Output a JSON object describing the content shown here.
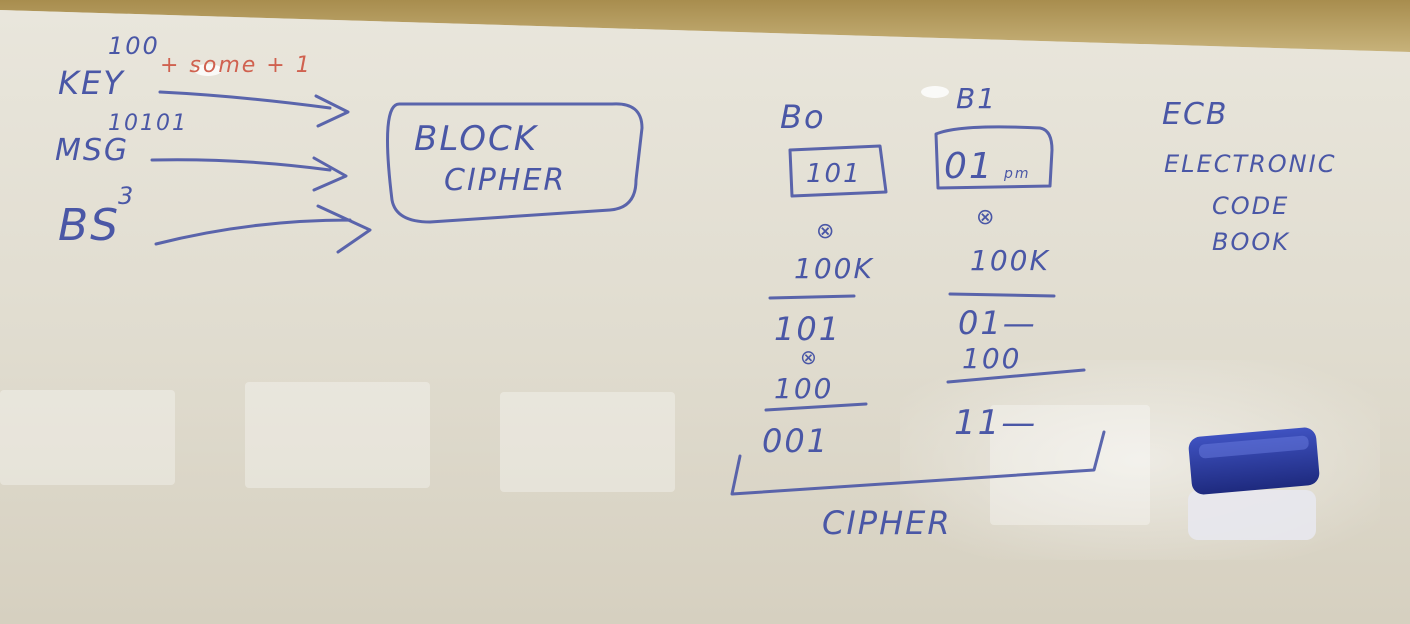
{
  "colors": {
    "frame": "#b49a5c",
    "board": "#e3dfd3",
    "blue_ink": "#4a57a6",
    "red_ink": "#d0614f",
    "eraser": "#2a3a9a"
  },
  "left_notes": {
    "key_value": "100",
    "key_value_red": "+ some + 1",
    "key_label": "KEY",
    "msg_value": "10101",
    "msg_label": "MSG",
    "bs_label": "BS",
    "bs_exponent": "3",
    "block_cipher_line1": "BLOCK",
    "block_cipher_line2": "CIPHER"
  },
  "blocks": {
    "b0": {
      "label": "Bo",
      "box_value": "101",
      "xor1": "⊗",
      "key1": "100K",
      "result1": "101",
      "xor2": "⊗",
      "key2": "100",
      "result2": "001"
    },
    "b1": {
      "label": "B1",
      "box_value": "01",
      "box_suffix": "pm",
      "xor1": "⊗",
      "key1": "100K",
      "result1": "01—",
      "key2": "100",
      "result2": "11—"
    },
    "bracket_label": "CIPHER"
  },
  "ecb_notes": {
    "line1": "ECB",
    "line2": "ELECTRONIC",
    "line3": "CODE",
    "line4": "BOOK"
  }
}
